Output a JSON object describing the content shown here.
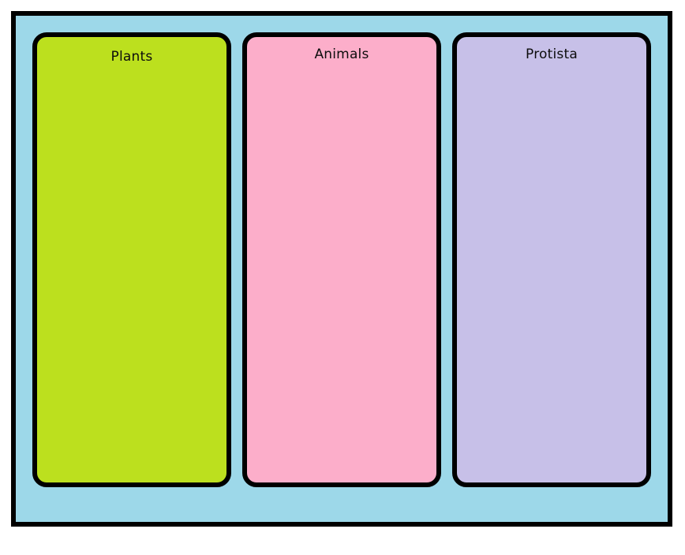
{
  "diagram": {
    "title": "Three-column category sorting chart",
    "background_color": "#ffffff",
    "board": {
      "fill_color": "#9dd8e9",
      "border_color": "#000000"
    },
    "columns": [
      {
        "label": "Plants",
        "fill_color": "#bce01e",
        "border_color": "#000000",
        "text_color": "#0d0d0d",
        "items": []
      },
      {
        "label": "Animals",
        "fill_color": "#fcaeca",
        "border_color": "#000000",
        "text_color": "#0d0d0d",
        "items": []
      },
      {
        "label": "Protista",
        "fill_color": "#c7c0e8",
        "border_color": "#000000",
        "text_color": "#0d0d0d",
        "items": []
      }
    ]
  }
}
